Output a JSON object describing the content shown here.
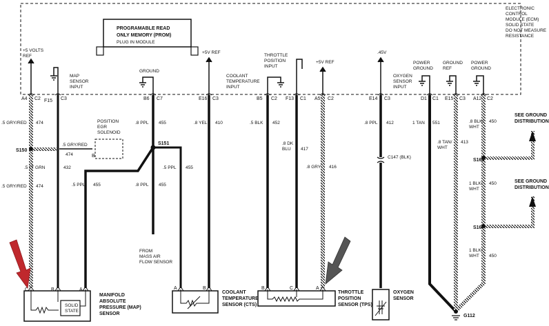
{
  "ecm": {
    "title_lines": [
      "ELECTRONIC",
      "CONTROL",
      "MODULE (ECM)",
      "SOLID STATE",
      "DO NOT MEASURE",
      "RESISTANCE"
    ],
    "prom_lines": [
      "PROGRAMABLE READ",
      "ONLY MEMORY (PROM)",
      "PLUG IN MODULE"
    ]
  },
  "internal_labels": {
    "five_volts_ref": [
      "+5 VOLTS",
      "REF"
    ],
    "map_input": [
      "MAP",
      "SENSOR",
      "INPUT"
    ],
    "ground": "GROUND",
    "five_v_ref_a": "+5V REF",
    "coolant_input": [
      "COOLANT",
      "TEMPERATURE",
      "INPUT"
    ],
    "throttle_input": [
      "THROTTLE",
      "POSITION",
      "INPUT"
    ],
    "five_v_ref_b": "+5V REF",
    "point45v": ".45V",
    "oxygen_input": [
      "OXYGEN",
      "SENSOR",
      "INPUT"
    ],
    "power_ground_1": [
      "POWER",
      "GROUND"
    ],
    "ground_ref": [
      "GROUND",
      "REF"
    ],
    "power_ground_2": [
      "POWER",
      "GROUND"
    ]
  },
  "pins": [
    "A4",
    "C2",
    "F15",
    "C3",
    "B6",
    "C7",
    "E16",
    "C3",
    "B5",
    "C2",
    "F13",
    "C1",
    "A5",
    "C2",
    "E14",
    "C3",
    "D1",
    "C1",
    "E15",
    "C3",
    "A12",
    "C2"
  ],
  "wires": {
    "w1_top": [
      ".5 GRY/RED",
      "474"
    ],
    "w1_mid": [
      ".5 GRY/RED",
      "474"
    ],
    "w1_s150": "S150",
    "w1_bot1": [
      ".5 LT GRN",
      "432"
    ],
    "w1_bot2": [
      ".5 GRY/RED",
      "474"
    ],
    "egr_label": [
      "POSITION",
      "EGR",
      "SOLENOID"
    ],
    "egr_pin": "B",
    "w2_bot": [
      ".5 PPL",
      "455"
    ],
    "w3_top": [
      ".8 PPL",
      "455"
    ],
    "w3_s151": "S151",
    "w3_mid": [
      ".5 PPL",
      "455"
    ],
    "w3_bot": [
      ".8 PPL",
      "455"
    ],
    "maf_label": [
      "FROM",
      "MASS AIR",
      "FLOW SENSOR"
    ],
    "w4": [
      ".8 YEL",
      "410"
    ],
    "w5": [
      ".5 BLK",
      "452"
    ],
    "w6": [
      ".8 DK",
      "BLU",
      "417"
    ],
    "w7": [
      ".8 GRY",
      "416"
    ],
    "w8": [
      ".8 PPL",
      "412"
    ],
    "c147": "C147 (BLK)",
    "w9": [
      "1 TAN",
      "551"
    ],
    "w10": [
      ".8 TAN/",
      "WHT",
      "413"
    ],
    "w11": [
      ".8 BLK/",
      "WHT",
      "450"
    ],
    "s168": "S168",
    "w11b": [
      "1 BLK/",
      "WHT",
      "450"
    ],
    "s167": "S167",
    "w11c": [
      "1 BLK/",
      "WHT",
      "450"
    ],
    "ground_dist_1": [
      "SEE GROUND",
      "DISTRIBUTION"
    ],
    "ground_dist_2": [
      "SEE GROUND",
      "DISTRIBUTION"
    ],
    "g112": "G112"
  },
  "sensors": {
    "map": {
      "pins": [
        "C",
        "B",
        "A"
      ],
      "label": [
        "MANIFOLD",
        "ABSOLUTE",
        "PRESSURE (MAP)",
        "SENSOR"
      ],
      "inner": [
        "SOLID",
        "STATE"
      ]
    },
    "cts": {
      "pins": [
        "A",
        "B"
      ],
      "label": [
        "COOLANT",
        "TEMPERATURE",
        "SENSOR (CTS)"
      ]
    },
    "tps": {
      "pins": [
        "B",
        "C",
        "A"
      ],
      "label": [
        "THROTTLE",
        "POSITION",
        "SENSOR (TPS)"
      ]
    },
    "o2": {
      "label": [
        "OXYGEN",
        "SENSOR"
      ]
    }
  },
  "colors": {
    "arrow_red": "#c0282d",
    "arrow_gray": "#555555",
    "wire": "#111111"
  }
}
